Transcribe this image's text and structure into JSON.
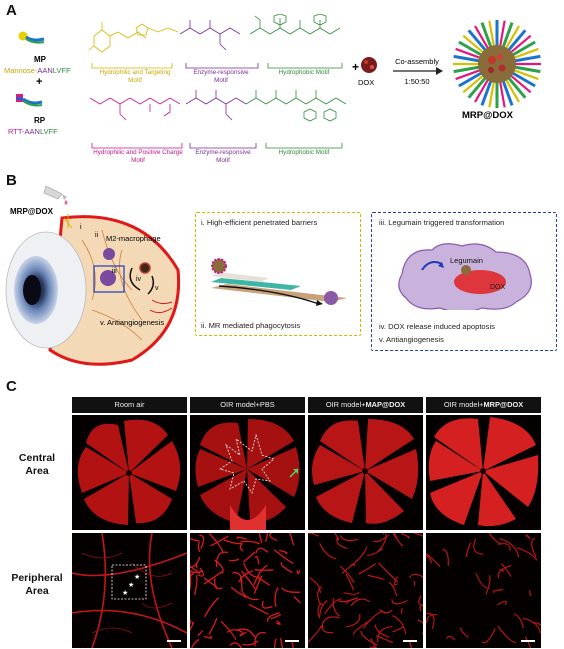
{
  "panel_a": {
    "letter": "A",
    "mp": {
      "name": "MP",
      "prefix": "Mannose-",
      "middle": "AAN",
      "end": "LVFF"
    },
    "plus": "+",
    "rp": {
      "name": "RP",
      "prefix": "RTT-",
      "middle": "AAN",
      "end": "LVFF"
    },
    "motifs_top": [
      "Hydrophilic and Targeting Motif",
      "Enzyme-responsive Motif",
      "Hydrophobic Motif"
    ],
    "motifs_bottom": [
      "Hydrophilic and Positive Charge Motif",
      "Enzyme-responsive Motif",
      "Hydrophobic Motif"
    ],
    "plus2": "+",
    "dox": "DOX",
    "arrow_top": "Co-assembly",
    "arrow_bottom": "1:50:50",
    "product": "MRP@DOX"
  },
  "panel_b": {
    "letter": "B",
    "drop_label": "MRP@DOX",
    "eye_labels": [
      "i",
      "ii",
      "iii",
      "iv",
      "v"
    ],
    "macrophage_label": "M2-macrophage",
    "angio_label": "v. Antiangiogenesis",
    "box1_top": "i. High-efficient penetrated barriers",
    "box1_bottom": "ii. MR mediated phagocytosis",
    "box2_top": "iii. Legumain triggered transformation",
    "legumain": "Legumain",
    "dox": "DOX",
    "box2_bottom1": "iv. DOX release induced apoptosis",
    "box2_bottom2": "v.  Antiangiogenesis"
  },
  "panel_c": {
    "letter": "C",
    "columns": [
      {
        "plain": "Room air",
        "bold": ""
      },
      {
        "plain": "OIR model+PBS",
        "bold": ""
      },
      {
        "plain": "OIR model+",
        "bold": "MAP@DOX"
      },
      {
        "plain": "OIR model+",
        "bold": "MRP@DOX"
      }
    ],
    "row1_label": "Central Area",
    "row2_label": "Peripheral Area",
    "stars": "★"
  },
  "colors": {
    "mp_text": "#c9a500",
    "rp_text": "#c2168d",
    "enzyme": "#7a2a9a",
    "hydrophobic": "#2e8b3a",
    "yellow_box": "#d4b300",
    "blue_box": "#1e3bb8"
  }
}
